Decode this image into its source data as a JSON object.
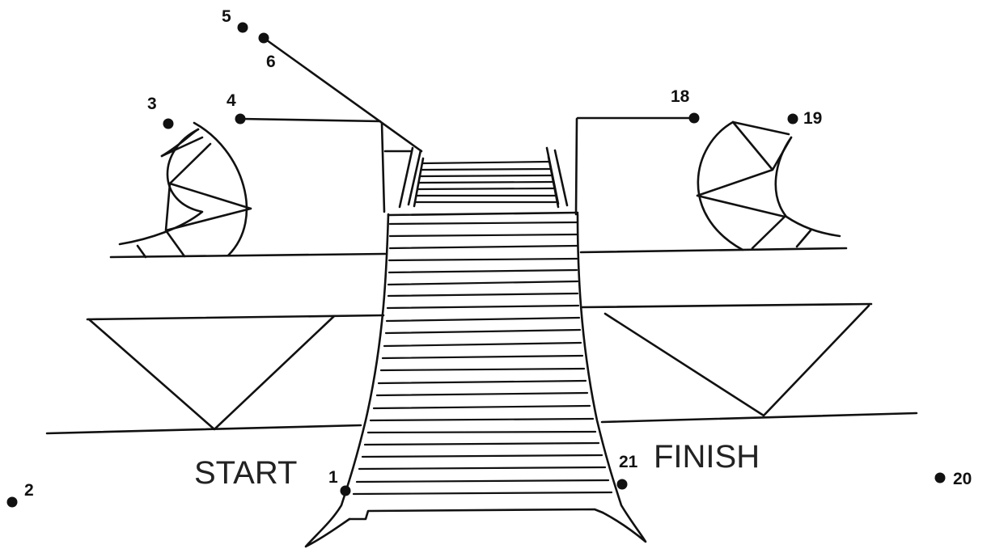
{
  "labels": {
    "start": "START",
    "finish": "FINISH"
  },
  "dots": [
    {
      "number": "1"
    },
    {
      "number": "2"
    },
    {
      "number": "3"
    },
    {
      "number": "4"
    },
    {
      "number": "5"
    },
    {
      "number": "6"
    },
    {
      "number": "18"
    },
    {
      "number": "19"
    },
    {
      "number": "20"
    },
    {
      "number": "21"
    }
  ],
  "colors": {
    "ink": "#111111",
    "paper": "#ffffff"
  }
}
